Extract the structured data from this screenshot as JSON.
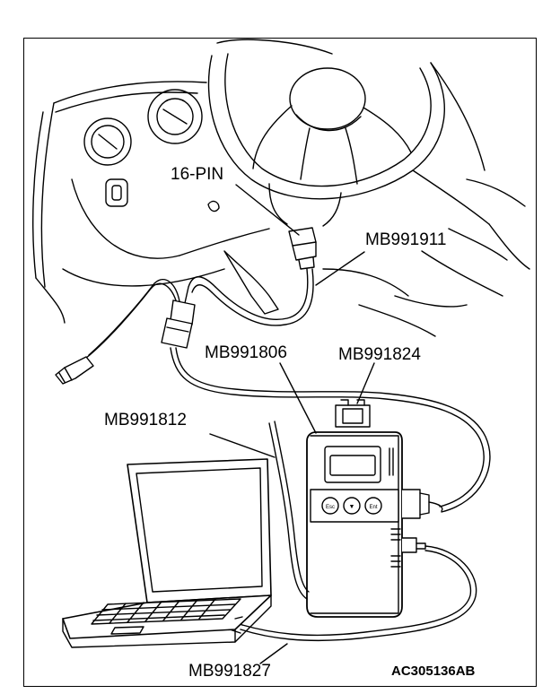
{
  "labels": {
    "pin": "16-PIN",
    "mb991911": "MB991911",
    "mb991806": "MB991806",
    "mb991824": "MB991824",
    "mb991812": "MB991812",
    "mb991827": "MB991827"
  },
  "figure_code": "AC305136AB",
  "device_buttons": [
    "Esc",
    "▼",
    "Ent"
  ],
  "colors": {
    "line": "#000000",
    "background": "#ffffff"
  }
}
